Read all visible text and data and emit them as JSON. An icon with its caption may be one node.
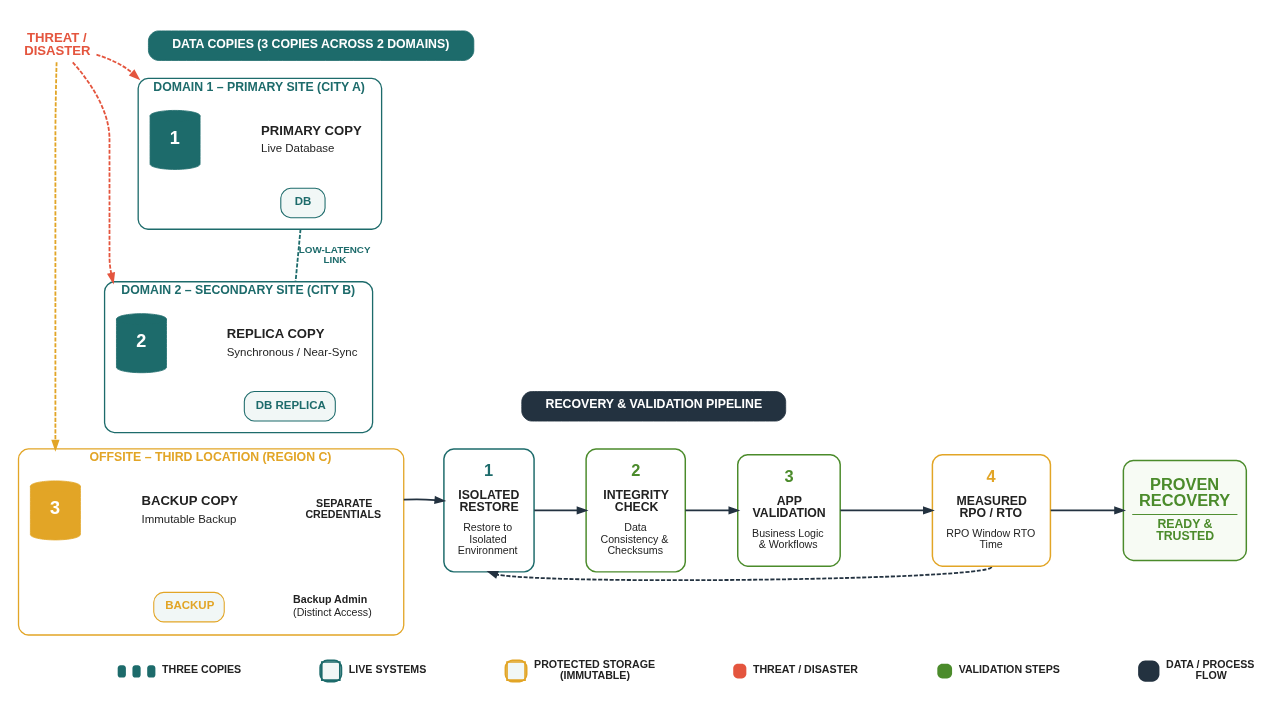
{
  "diagram": {
    "nodes": [
      {
        "text": [
          "DATA COPIES (3 COPIES ACROSS 2 DOMAINS)"
        ]
      },
      {
        "text": [
          "DOMAIN 1 – PRIMARY SITE (CITY A)"
        ]
      },
      {
        "text": [
          "1"
        ],
        "in": 1
      },
      {
        "text": [
          "PRIMARY COPY",
          "Live Database"
        ],
        "in": 1
      },
      {
        "text": [
          "DB"
        ],
        "in": 1
      },
      {
        "text": [
          "DOMAIN 2 – SECONDARY SITE (CITY B)"
        ]
      },
      {
        "text": [
          "2"
        ],
        "in": 5
      },
      {
        "text": [
          "REPLICA COPY",
          "Synchronous / Near-Sync"
        ],
        "in": 5
      },
      {
        "text": [
          "DB REPLICA"
        ],
        "in": 5
      },
      {
        "text": [
          "OFFSITE – THIRD LOCATION (REGION C)"
        ]
      },
      {
        "text": [
          "3"
        ],
        "in": 9
      },
      {
        "text": [
          "BACKUP COPY",
          "Immutable Backup"
        ],
        "in": 9
      },
      {
        "text": [
          "BACKUP"
        ],
        "in": 9
      },
      {
        "text": [
          "SEPARATE CREDENTIALS"
        ],
        "in": 9
      },
      {
        "text": [
          "Backup Admin",
          "(Distinct Access)"
        ],
        "in": 9
      },
      {
        "text": [
          "THREAT / DISASTER"
        ]
      },
      {
        "text": [
          "RECOVERY & VALIDATION PIPELINE"
        ]
      },
      {
        "text": [
          "1",
          "ISOLATED RESTORE",
          "Restore to Isolated Environment"
        ]
      },
      {
        "text": [
          "2",
          "INTEGRITY CHECK",
          "Data Consistency & Checksums"
        ]
      },
      {
        "text": [
          "3",
          "APP VALIDATION",
          "Business Logic & Workflows"
        ]
      },
      {
        "text": [
          "4",
          "MEASURED RPO / RTO",
          "RPO Window RTO Time"
        ]
      },
      {
        "text": [
          "PROVEN RECOVERY",
          "READY & TRUSTED"
        ]
      }
    ],
    "edges": [
      {
        "from": 15,
        "to": 1,
        "arrow": "to",
        "style": "dashed",
        "color": "#e4553e"
      },
      {
        "from": 15,
        "to": 5,
        "arrow": "to",
        "style": "dashed",
        "color": "#e4553e"
      },
      {
        "from": 15,
        "to": 9,
        "arrow": "to",
        "style": "dashed",
        "color": "#e2a526"
      },
      {
        "from": 1,
        "to": 5,
        "arrow": "none",
        "label": "LOW-LATENCY LINK",
        "style": "dashed",
        "color": "#1d6b6b"
      },
      {
        "from": 9,
        "to": 17,
        "arrow": "to"
      },
      {
        "from": 17,
        "to": 18,
        "arrow": "to"
      },
      {
        "from": 18,
        "to": 19,
        "arrow": "to"
      },
      {
        "from": 19,
        "to": 20,
        "arrow": "to"
      },
      {
        "from": 20,
        "to": 21,
        "arrow": "to"
      },
      {
        "from": 20,
        "to": 17,
        "arrow": "to",
        "style": "dashed"
      }
    ],
    "legend": [
      {
        "text": "THREE COPIES"
      },
      {
        "text": "LIVE SYSTEMS",
        "color": "#1d6b6b"
      },
      {
        "text": "PROTECTED STORAGE (IMMUTABLE)",
        "color": "#e2a526"
      },
      {
        "text": "THREAT / DISASTER"
      },
      {
        "text": "VALIDATION STEPS"
      },
      {
        "text": "DATA / PROCESS FLOW"
      }
    ]
  }
}
